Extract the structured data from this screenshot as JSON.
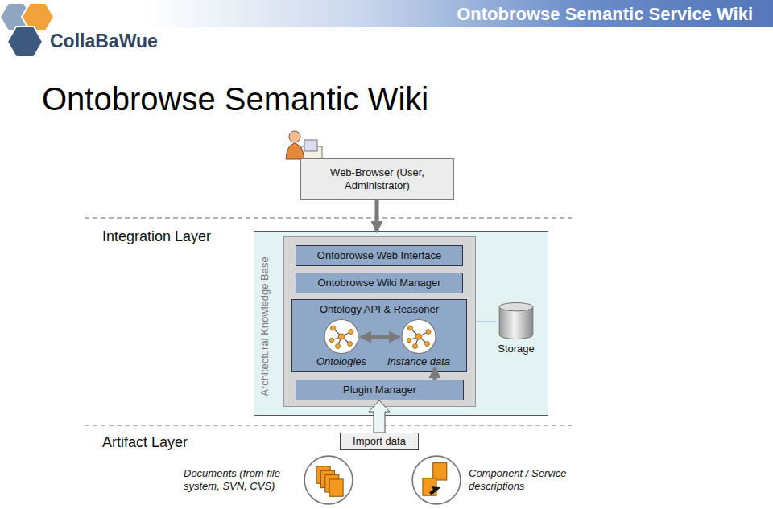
{
  "diagram": {
    "title": "Ontobrowse Semantic Wiki",
    "nodes": [
      {
        "text": [
          "Web-Browser (User, Administrator)"
        ]
      },
      {
        "text": [
          "Architectural Knowledge Base"
        ]
      },
      {
        "text": [
          "Ontobrowse Web Interface"
        ],
        "in": 1
      },
      {
        "text": [
          "Ontobrowse Wiki Manager"
        ],
        "in": 1
      },
      {
        "text": [
          "Ontology API & Reasoner"
        ],
        "in": 1
      },
      {
        "text": [
          "Ontologies"
        ],
        "in": 4
      },
      {
        "text": [
          "Instance data"
        ],
        "in": 4
      },
      {
        "text": [
          "Plugin Manager"
        ],
        "in": 1
      },
      {
        "text": [
          "Storage"
        ],
        "in": 1
      },
      {
        "text": [
          "Import data"
        ]
      },
      {
        "text": [
          "Documents (from file system, SVN, CVS)"
        ]
      },
      {
        "text": [
          "Component / Service descriptions"
        ]
      }
    ],
    "edges": [
      {
        "from": 0,
        "to": 1,
        "arrow": "to"
      },
      {
        "from": 5,
        "to": 6,
        "arrow": "both"
      },
      {
        "from": 7,
        "to": 6,
        "arrow": "to"
      },
      {
        "from": 9,
        "to": 7,
        "arrow": "to"
      }
    ],
    "labels": [
      "CollaBaWue",
      "Ontobrowse Semantic Service Wiki",
      "Integration Layer",
      "Artifact Layer"
    ]
  }
}
